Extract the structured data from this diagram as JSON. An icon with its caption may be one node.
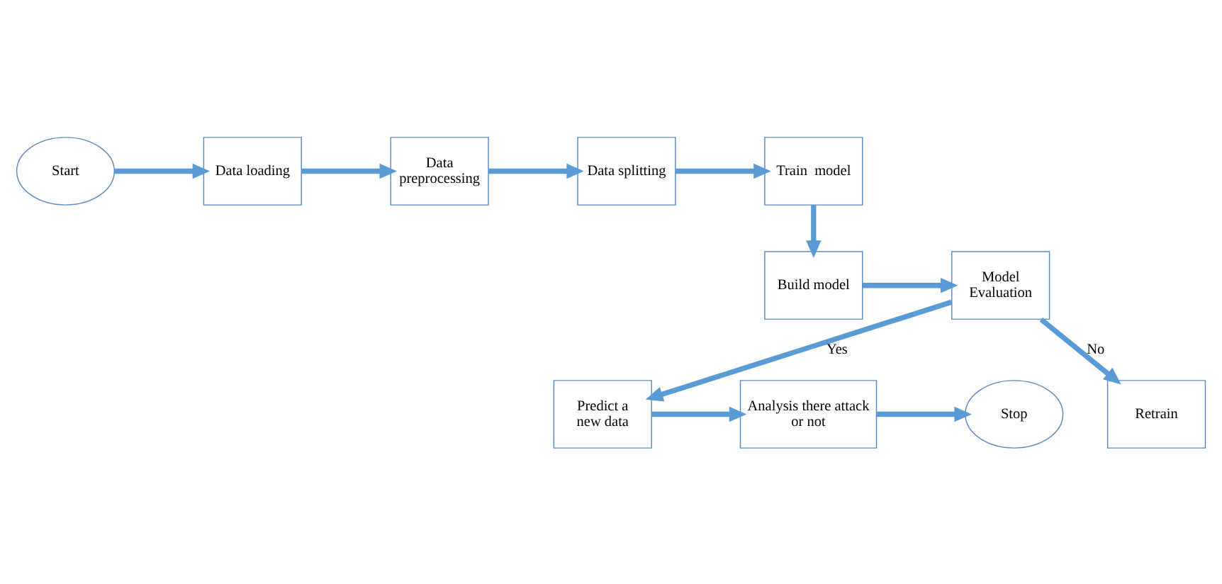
{
  "diagram": {
    "nodes": [
      {
        "text": [
          "Start"
        ]
      },
      {
        "text": [
          "Data loading"
        ]
      },
      {
        "text": [
          "Data preprocessing"
        ]
      },
      {
        "text": [
          "Data splitting"
        ]
      },
      {
        "text": [
          "Train  model"
        ]
      },
      {
        "text": [
          "Build model"
        ]
      },
      {
        "text": [
          "Model Evaluation"
        ]
      },
      {
        "text": [
          "Predict a new data"
        ]
      },
      {
        "text": [
          "Retrain"
        ]
      },
      {
        "text": [
          "Analysis there attack or not"
        ]
      },
      {
        "text": [
          "Stop"
        ]
      }
    ],
    "edges": [
      {
        "from": 0,
        "to": 1,
        "arrow": "to"
      },
      {
        "from": 1,
        "to": 2,
        "arrow": "to"
      },
      {
        "from": 2,
        "to": 3,
        "arrow": "to"
      },
      {
        "from": 3,
        "to": 4,
        "arrow": "to"
      },
      {
        "from": 4,
        "to": 5,
        "arrow": "to"
      },
      {
        "from": 5,
        "to": 6,
        "arrow": "to"
      },
      {
        "from": 6,
        "to": 7,
        "arrow": "to",
        "label": "Yes"
      },
      {
        "from": 6,
        "to": 8,
        "arrow": "to",
        "label": "No"
      },
      {
        "from": 7,
        "to": 9,
        "arrow": "to"
      },
      {
        "from": 9,
        "to": 10,
        "arrow": "to"
      }
    ]
  }
}
